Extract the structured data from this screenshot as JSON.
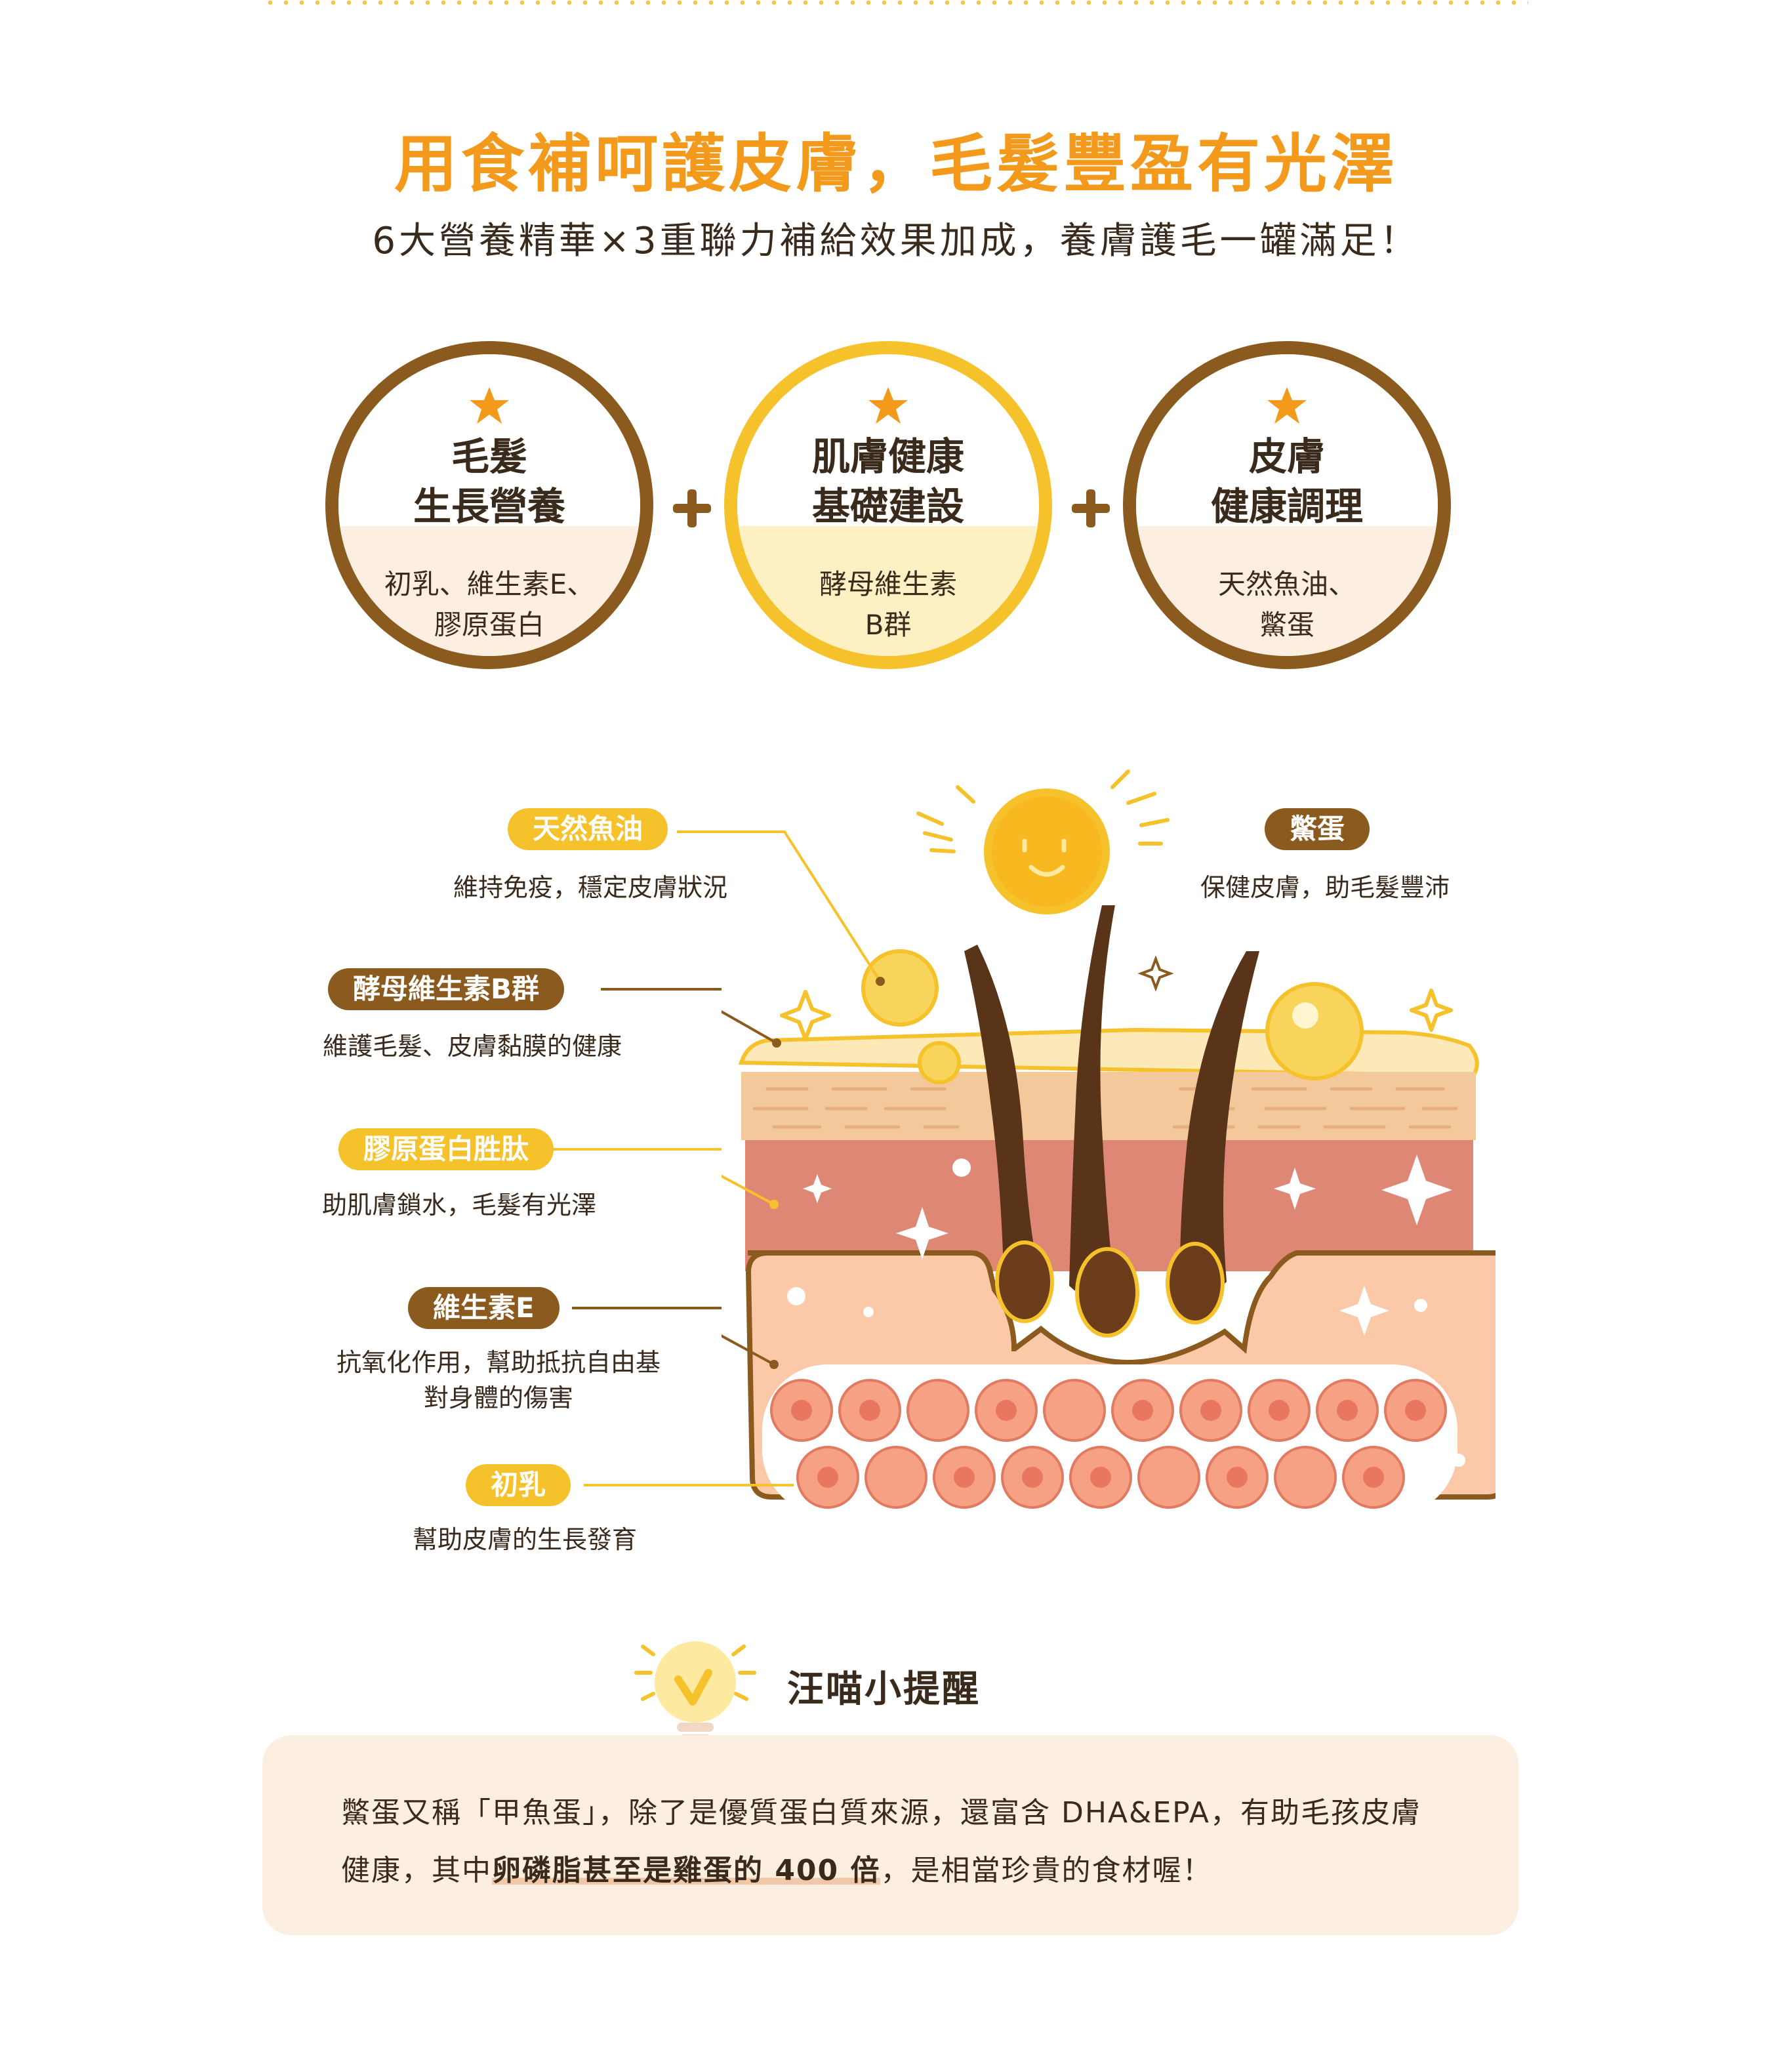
{
  "header": {
    "title": "用食補呵護皮膚，毛髮豐盈有光澤",
    "subtitle": "6大營養精華×3重聯力補給效果加成，養膚護毛一罐滿足！"
  },
  "benefits": [
    {
      "heading": "毛髮\n生長營養",
      "ingredients": "初乳、維生素E、\n膠原蛋白"
    },
    {
      "heading": "肌膚健康\n基礎建設",
      "ingredients": "酵母維生素\nB群"
    },
    {
      "heading": "皮膚\n健康調理",
      "ingredients": "天然魚油、\n鱉蛋"
    }
  ],
  "nutrients": {
    "fish_oil": {
      "name": "天然魚油",
      "desc": "維持免疫，穩定皮膚狀況"
    },
    "turtle_egg": {
      "name": "鱉蛋",
      "desc": "保健皮膚，助毛髮豐沛"
    },
    "yeast_b": {
      "name": "酵母維生素B群",
      "desc": "維護毛髮、皮膚黏膜的健康"
    },
    "collagen": {
      "name": "膠原蛋白胜肽",
      "desc": "助肌膚鎖水，毛髮有光澤"
    },
    "vitamin_e": {
      "name": "維生素E",
      "desc": "抗氧化作用，幫助抵抗自由基\n對身體的傷害"
    },
    "colostrum": {
      "name": "初乳",
      "desc": "幫助皮膚的生長發育"
    }
  },
  "tip": {
    "title": "汪喵小提醒",
    "line1": "鱉蛋又稱「甲魚蛋」，除了是優質蛋白質來源，還富含 DHA&EPA，有助毛孩皮膚",
    "line2_pre": "健康，其中",
    "line2_highlight": "卵磷脂甚至是雞蛋的 400 倍",
    "line2_post": "，是相當珍貴的食材喔！"
  },
  "colors": {
    "accent_orange": "#f39a1c",
    "brown": "#8b5a1e",
    "yellow": "#f5c22b",
    "peach": "#fdeee2"
  },
  "icons": [
    "star-icon",
    "plus-icon",
    "sun-icon",
    "lightbulb-icon",
    "sparkle-icon"
  ]
}
